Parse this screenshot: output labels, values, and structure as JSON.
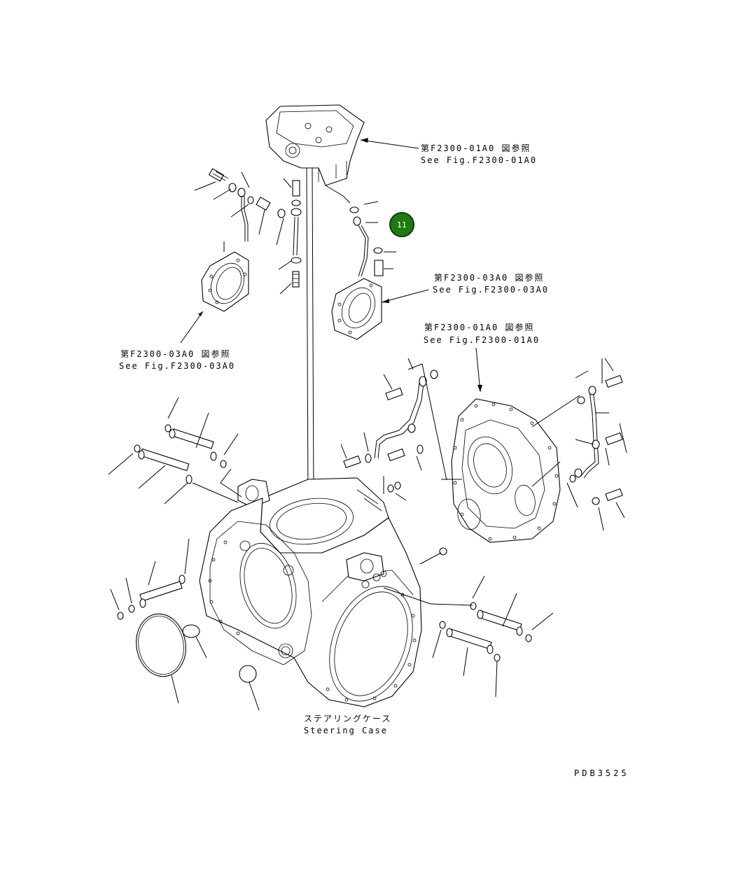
{
  "references": {
    "valve_top": {
      "jp": "第F2300-01A0 図参照",
      "en": "See Fig.F2300-01A0"
    },
    "cover_right": {
      "jp": "第F2300-03A0 図参照",
      "en": "See Fig.F2300-03A0"
    },
    "housing_right": {
      "jp": "第F2300-01A0 図参照",
      "en": "See Fig.F2300-01A0"
    },
    "cover_left": {
      "jp": "第F2300-03A0 図参照",
      "en": "See Fig.F2300-03A0"
    }
  },
  "case_label": {
    "jp": "ステアリングケース",
    "en": "Steering Case"
  },
  "drawing_code": "PDB3525",
  "marker": {
    "number": "11",
    "color": "#1e7a12"
  }
}
